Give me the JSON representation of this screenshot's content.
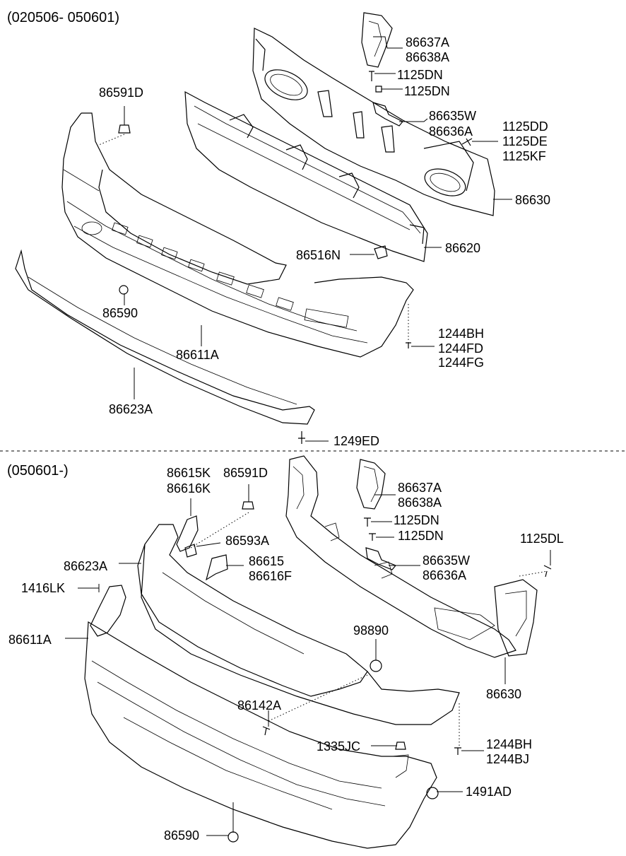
{
  "sections": [
    {
      "header": "(020506- 050601)",
      "labels": {
        "p86637A": "86637A",
        "p86638A": "86638A",
        "p1125DN_a": "1125DN",
        "p1125DN_b": "1125DN",
        "p86591D": "86591D",
        "p86635W": "86635W",
        "p86636A": "86636A",
        "p1125DD": "1125DD",
        "p1125DE": "1125DE",
        "p1125KF": "1125KF",
        "p86630": "86630",
        "p86620": "86620",
        "p86516N": "86516N",
        "p86590": "86590",
        "p1244BH": "1244BH",
        "p1244FD": "1244FD",
        "p1244FG": "1244FG",
        "p86611A": "86611A",
        "p86623A": "86623A",
        "p1249ED": "1249ED"
      }
    },
    {
      "header": "(050601-)",
      "labels": {
        "p86615K": "86615K",
        "p86616K": "86616K",
        "p86591D": "86591D",
        "p86637A": "86637A",
        "p86638A": "86638A",
        "p1125DN_a": "1125DN",
        "p1125DN_b": "1125DN",
        "p86593A": "86593A",
        "p1125DL": "1125DL",
        "p86623A": "86623A",
        "p86615": "86615",
        "p86616F": "86616F",
        "p86635W": "86635W",
        "p86636A": "86636A",
        "p1416LK": "1416LK",
        "p98890": "98890",
        "p86611A": "86611A",
        "p86630": "86630",
        "p86142A": "86142A",
        "p1335JC": "1335JC",
        "p1244BH": "1244BH",
        "p1244BJ": "1244BJ",
        "p1491AD": "1491AD",
        "p86590": "86590"
      }
    }
  ],
  "icons": [
    "bolt-icon",
    "clip-icon",
    "nut-icon",
    "grommet-icon"
  ],
  "colors": {
    "line": "#000000",
    "background": "#ffffff"
  }
}
